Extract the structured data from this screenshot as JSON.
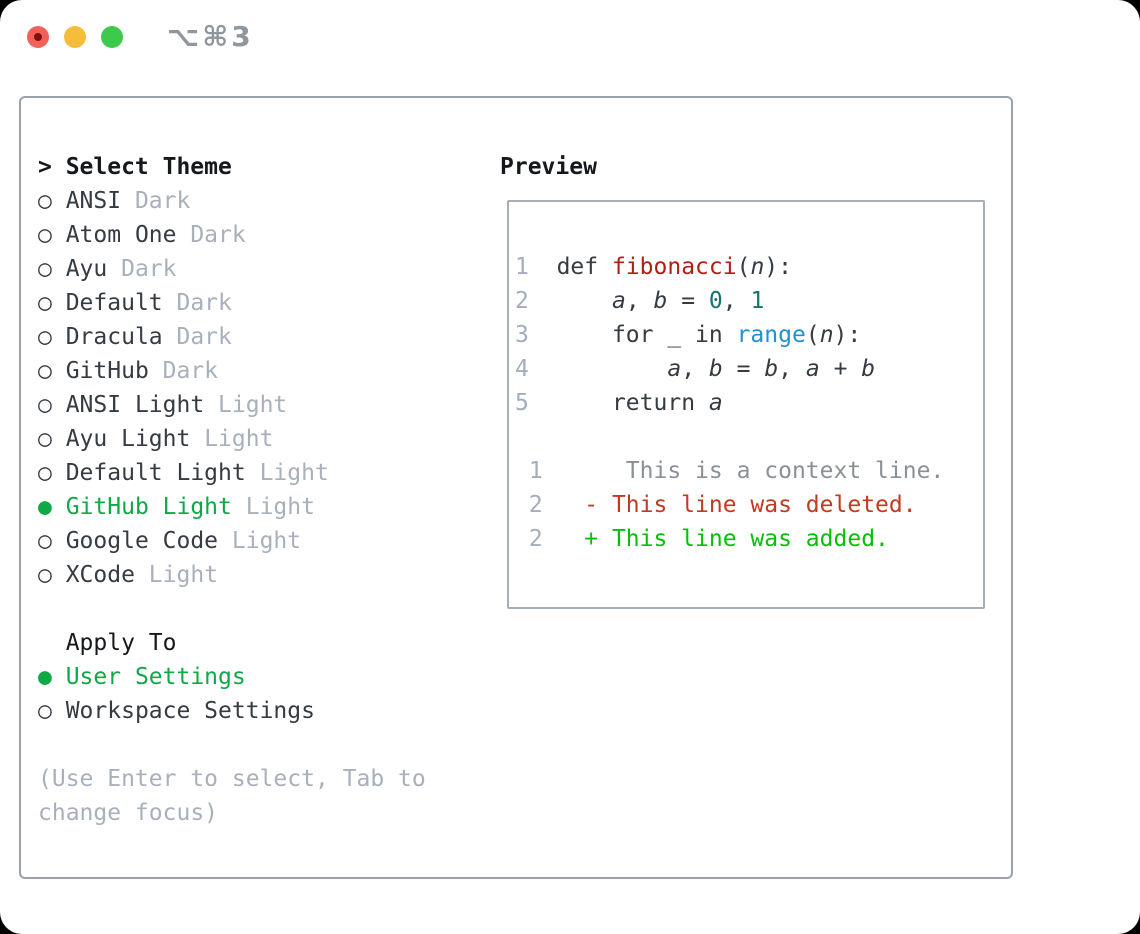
{
  "titlebar": {
    "title": "⌥⌘3",
    "buttons": [
      "close",
      "minimize",
      "zoom"
    ]
  },
  "theme_panel": {
    "header_marker": ">",
    "header": "Select Theme",
    "markers": {
      "unselected": "○",
      "selected": "●"
    },
    "themes": [
      {
        "name": "ANSI",
        "variant": "Dark",
        "selected": false
      },
      {
        "name": "Atom One",
        "variant": "Dark",
        "selected": false
      },
      {
        "name": "Ayu",
        "variant": "Dark",
        "selected": false
      },
      {
        "name": "Default",
        "variant": "Dark",
        "selected": false
      },
      {
        "name": "Dracula",
        "variant": "Dark",
        "selected": false
      },
      {
        "name": "GitHub",
        "variant": "Dark",
        "selected": false
      },
      {
        "name": "ANSI Light",
        "variant": "Light",
        "selected": false
      },
      {
        "name": "Ayu Light",
        "variant": "Light",
        "selected": false
      },
      {
        "name": "Default Light",
        "variant": "Light",
        "selected": false
      },
      {
        "name": "GitHub Light",
        "variant": "Light",
        "selected": true
      },
      {
        "name": "Google Code",
        "variant": "Light",
        "selected": false
      },
      {
        "name": "XCode",
        "variant": "Light",
        "selected": false
      }
    ],
    "apply_to": {
      "header": "Apply To",
      "options": [
        {
          "label": "User Settings",
          "selected": true
        },
        {
          "label": "Workspace Settings",
          "selected": false
        }
      ]
    },
    "help_lines": [
      "(Use Enter to select, Tab to",
      "change focus)"
    ]
  },
  "preview": {
    "header": "Preview",
    "lines": [
      [
        [
          "1",
          "ln"
        ],
        [
          "  ",
          "plain"
        ],
        [
          "def ",
          "plain"
        ],
        [
          "fibonacci",
          "func"
        ],
        [
          "(",
          "plain"
        ],
        [
          "n",
          "var"
        ],
        [
          "):",
          "plain"
        ]
      ],
      [
        [
          "2",
          "ln"
        ],
        [
          "      ",
          "plain"
        ],
        [
          "a",
          "var"
        ],
        [
          ", ",
          "plain"
        ],
        [
          "b",
          "var"
        ],
        [
          " = ",
          "plain"
        ],
        [
          "0",
          "numlit"
        ],
        [
          ", ",
          "plain"
        ],
        [
          "1",
          "numlit"
        ]
      ],
      [
        [
          "3",
          "ln"
        ],
        [
          "      ",
          "plain"
        ],
        [
          "for _ in ",
          "plain"
        ],
        [
          "range",
          "call"
        ],
        [
          "(",
          "plain"
        ],
        [
          "n",
          "var"
        ],
        [
          "):",
          "plain"
        ]
      ],
      [
        [
          "4",
          "ln"
        ],
        [
          "          ",
          "plain"
        ],
        [
          "a",
          "var"
        ],
        [
          ", ",
          "plain"
        ],
        [
          "b",
          "var"
        ],
        [
          " = ",
          "plain"
        ],
        [
          "b",
          "var"
        ],
        [
          ", ",
          "plain"
        ],
        [
          "a",
          "var"
        ],
        [
          " + ",
          "plain"
        ],
        [
          "b",
          "var"
        ]
      ],
      [
        [
          "5",
          "ln"
        ],
        [
          "      ",
          "plain"
        ],
        [
          "return ",
          "plain"
        ],
        [
          "a",
          "var"
        ]
      ],
      [],
      [
        [
          " 1",
          "ln"
        ],
        [
          "      ",
          "plain"
        ],
        [
          "This is a context line.",
          "ctx"
        ]
      ],
      [
        [
          " 2",
          "ln"
        ],
        [
          "   ",
          "plain"
        ],
        [
          "- This line was deleted.",
          "del"
        ]
      ],
      [
        [
          " 2",
          "ln"
        ],
        [
          "   ",
          "plain"
        ],
        [
          "+ This line was added.",
          "add"
        ]
      ]
    ]
  },
  "colors": {
    "text-dark": "#343b42",
    "text-black": "#15181c",
    "muted": "#a8b0bc",
    "green": "#0fa847",
    "add-green": "#05c005",
    "del-red": "#c23a20",
    "fn-red": "#b01f14",
    "call-blue": "#2191cf",
    "num-teal": "#15756b",
    "line-num": "#a4adbd",
    "ctx-gray": "#8a9096",
    "border-panel": "#9aa2ab",
    "border-preview": "#a8aeb6",
    "title-gray": "#8f969e",
    "tl-red": "#f2605a",
    "tl-red-dot": "#7c120c",
    "tl-yellow": "#f6bd3d",
    "tl-green": "#3dc94b"
  }
}
